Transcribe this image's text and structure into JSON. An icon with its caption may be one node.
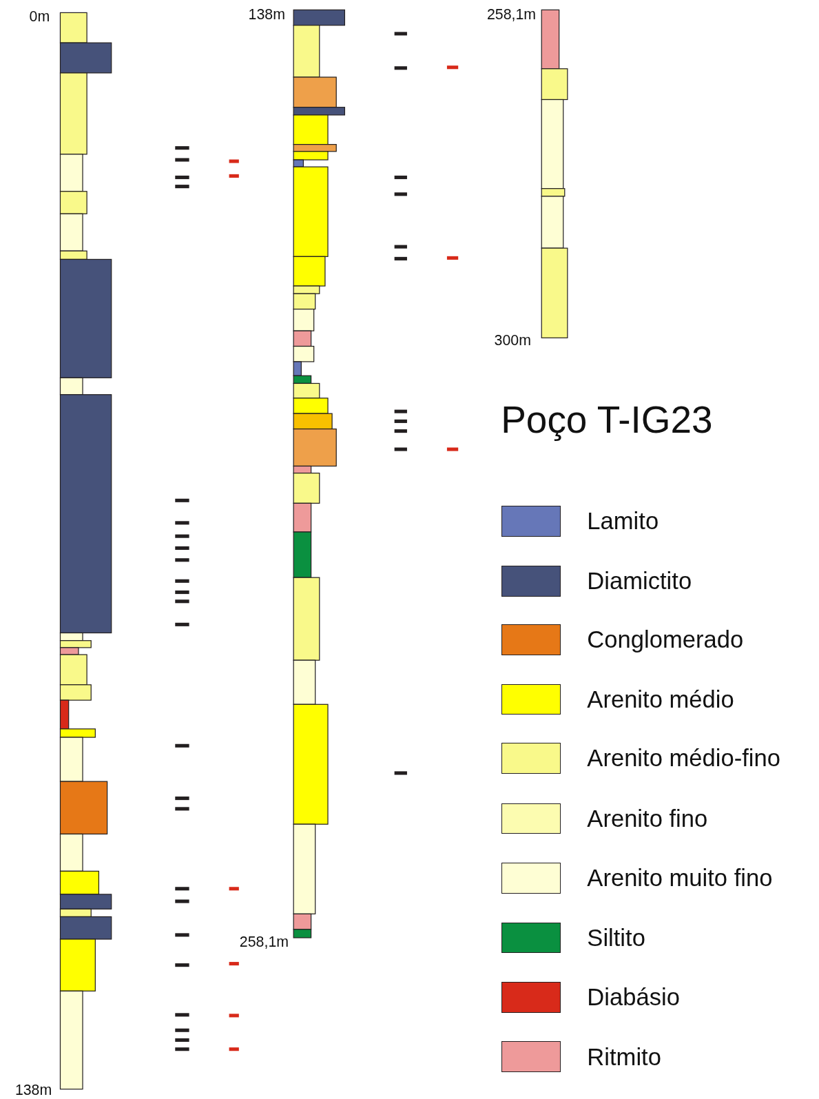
{
  "diagram": {
    "title": "Poço T-IG23",
    "labels": [
      "0m",
      "138m",
      "258,1m",
      "300m",
      "258,1m",
      "138m"
    ],
    "legend": [
      {
        "text": "Lamito",
        "color": "#6677b8"
      },
      {
        "text": "Diamictito",
        "color": "#46527a"
      },
      {
        "text": "Conglomerado",
        "color": "#e67817"
      },
      {
        "text": "Arenito médio",
        "color": "#ffff00"
      },
      {
        "text": "Arenito médio-fino",
        "color": "#f9f98a"
      },
      {
        "text": "Arenito fino",
        "color": "#fcfcb0"
      },
      {
        "text": "Arenito muito fino",
        "color": "#fefed4"
      },
      {
        "text": "Siltito",
        "color": "#0a9040"
      },
      {
        "text": "Diabásio",
        "color": "#d82a1a"
      },
      {
        "text": "Ritmito",
        "color": "#ee9a9a"
      }
    ]
  }
}
